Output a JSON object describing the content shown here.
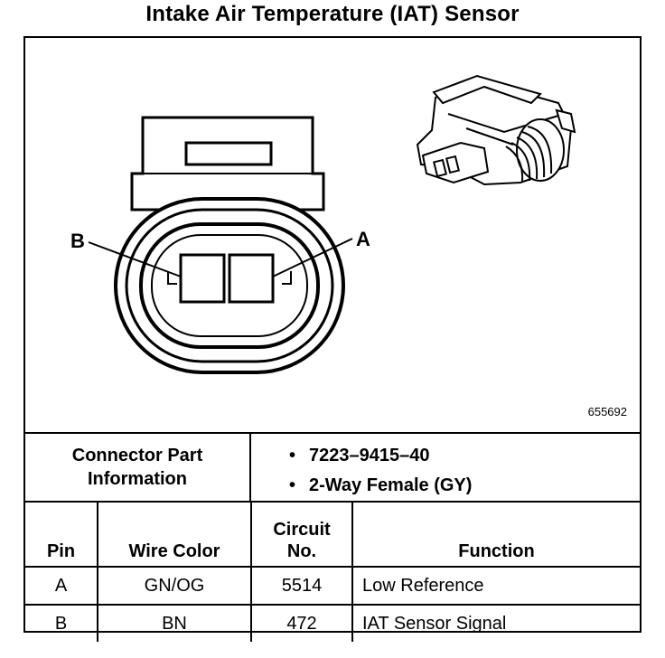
{
  "title": "Intake Air Temperature (IAT) Sensor",
  "diagram": {
    "pin_labels": {
      "b": "B",
      "a": "A"
    },
    "figure_id": "655692"
  },
  "connector_info": {
    "label_line1": "Connector Part",
    "label_line2": "Information",
    "values": [
      "7223–9415–40",
      "2-Way Female (GY)"
    ]
  },
  "table": {
    "headers": {
      "pin": "Pin",
      "wire_color": "Wire Color",
      "circuit_line1": "Circuit",
      "circuit_line2": "No.",
      "function": "Function"
    },
    "rows": [
      {
        "pin": "A",
        "wire_color": "GN/OG",
        "circuit": "5514",
        "function": "Low Reference"
      },
      {
        "pin": "B",
        "wire_color": "BN",
        "circuit": "472",
        "function": "IAT Sensor Signal"
      }
    ]
  }
}
